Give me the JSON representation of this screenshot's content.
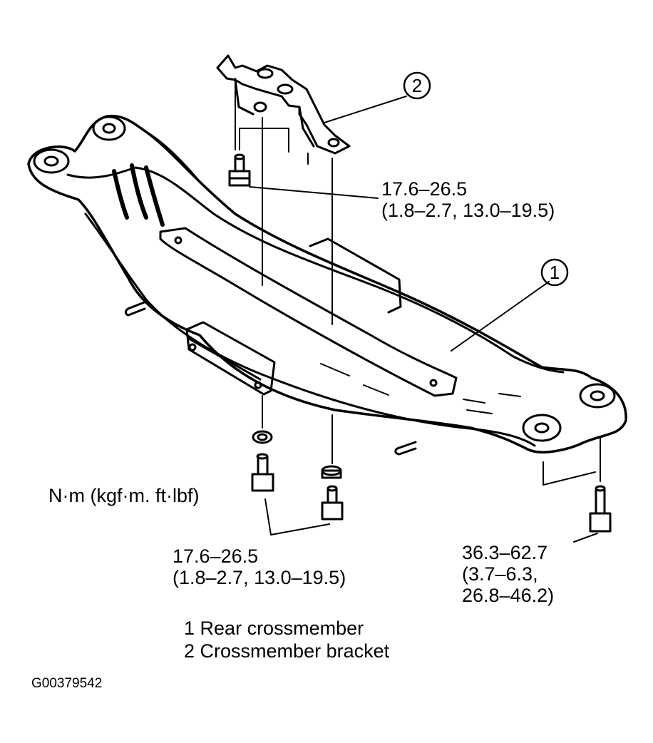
{
  "callouts": {
    "part1": "1",
    "part2": "2"
  },
  "torques": {
    "bracket_bolt": {
      "line1": "17.6–26.5",
      "line2": "(1.8–2.7, 13.0–19.5)"
    },
    "lower_bolts": {
      "line1": "17.6–26.5",
      "line2": "(1.8–2.7, 13.0–19.5)"
    },
    "rear_bolt": {
      "line1": "36.3–62.7",
      "line2": "(3.7–6.3,",
      "line3": "26.8–46.2)"
    }
  },
  "units": "N·m (kgf·m. ft·lbf)",
  "legend": [
    {
      "num": "1",
      "text": "Rear crossmember"
    },
    {
      "num": "2",
      "text": "Crossmember bracket"
    }
  ],
  "figure_id": "G00379542"
}
